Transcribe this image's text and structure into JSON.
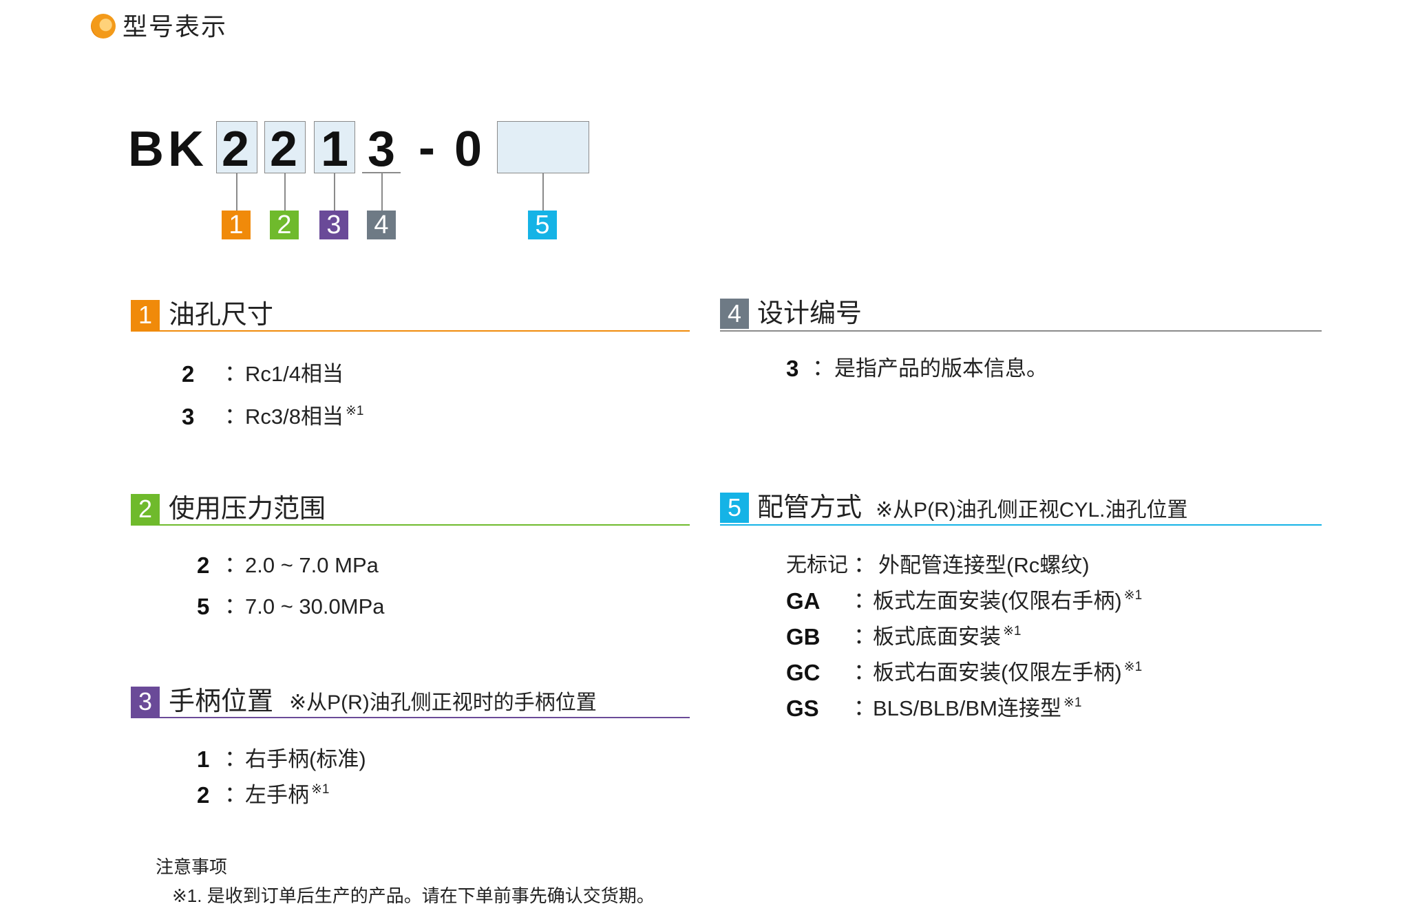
{
  "page": {
    "title": "型号表示"
  },
  "model_code": {
    "prefix": "BK",
    "digit1": "2",
    "digit2": "2",
    "digit3": "1",
    "digit4": "3",
    "dash": "-",
    "zero": "0",
    "badges": [
      "1",
      "2",
      "3",
      "4",
      "5"
    ]
  },
  "colors": {
    "orange": "#f08a0a",
    "green": "#6fba2c",
    "purple": "#6a4a98",
    "gray": "#6e7a85",
    "cyan": "#15b3e6",
    "box_fill": "#e2eef6"
  },
  "sections": {
    "s1": {
      "num": "1",
      "title": "油孔尺寸",
      "items": [
        {
          "key": "2",
          "value": "Rc1/4相当",
          "sup": ""
        },
        {
          "key": "3",
          "value": "Rc3/8相当",
          "sup": "※1"
        }
      ]
    },
    "s2": {
      "num": "2",
      "title": "使用压力范围",
      "items": [
        {
          "key": "2",
          "value": "2.0 ~ 7.0 MPa"
        },
        {
          "key": "5",
          "value": "7.0 ~ 30.0MPa"
        }
      ]
    },
    "s3": {
      "num": "3",
      "title": "手柄位置",
      "note": "※从P(R)油孔侧正视时的手柄位置",
      "items": [
        {
          "key": "1",
          "value": "右手柄(标准)",
          "sup": ""
        },
        {
          "key": "2",
          "value": "左手柄",
          "sup": "※1"
        }
      ]
    },
    "s4": {
      "num": "4",
      "title": "设计编号",
      "items": [
        {
          "key": "3",
          "value": "是指产品的版本信息。"
        }
      ]
    },
    "s5": {
      "num": "5",
      "title": "配管方式",
      "note": "※从P(R)油孔侧正视CYL.油孔位置",
      "items": [
        {
          "key": "无标记",
          "value": "外配管连接型(Rc螺纹)",
          "sup": ""
        },
        {
          "key": "GA",
          "value": "板式左面安装(仅限右手柄)",
          "sup": "※1"
        },
        {
          "key": "GB",
          "value": "板式底面安装",
          "sup": "※1"
        },
        {
          "key": "GC",
          "value": "板式右面安装(仅限左手柄)",
          "sup": "※1"
        },
        {
          "key": "GS",
          "value": "BLS/BLB/BM连接型",
          "sup": "※1"
        }
      ]
    }
  },
  "colon": "：",
  "notes": {
    "heading": "注意事项",
    "text": "※1. 是收到订单后生产的产品。请在下单前事先确认交货期。"
  }
}
